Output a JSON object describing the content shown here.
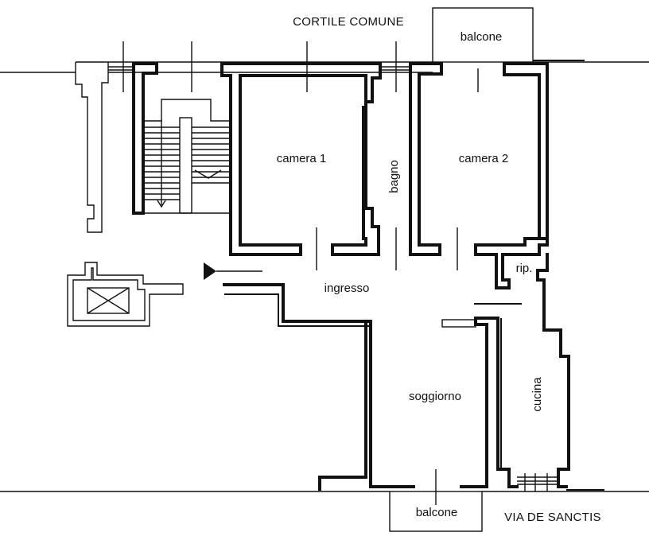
{
  "labels": {
    "courtyard": "CORTILE COMUNE",
    "balcony_top": "balcone",
    "bedroom_1": "camera 1",
    "bedroom_2": "camera 2",
    "bathroom": "bagno",
    "storage": "rip.",
    "hall": "ingresso",
    "living": "soggiorno",
    "kitchen": "cucina",
    "balcony_bottom": "balcone",
    "street": "VIA DE SANCTIS"
  },
  "colors": {
    "wall": "#111111",
    "background": "#ffffff"
  }
}
